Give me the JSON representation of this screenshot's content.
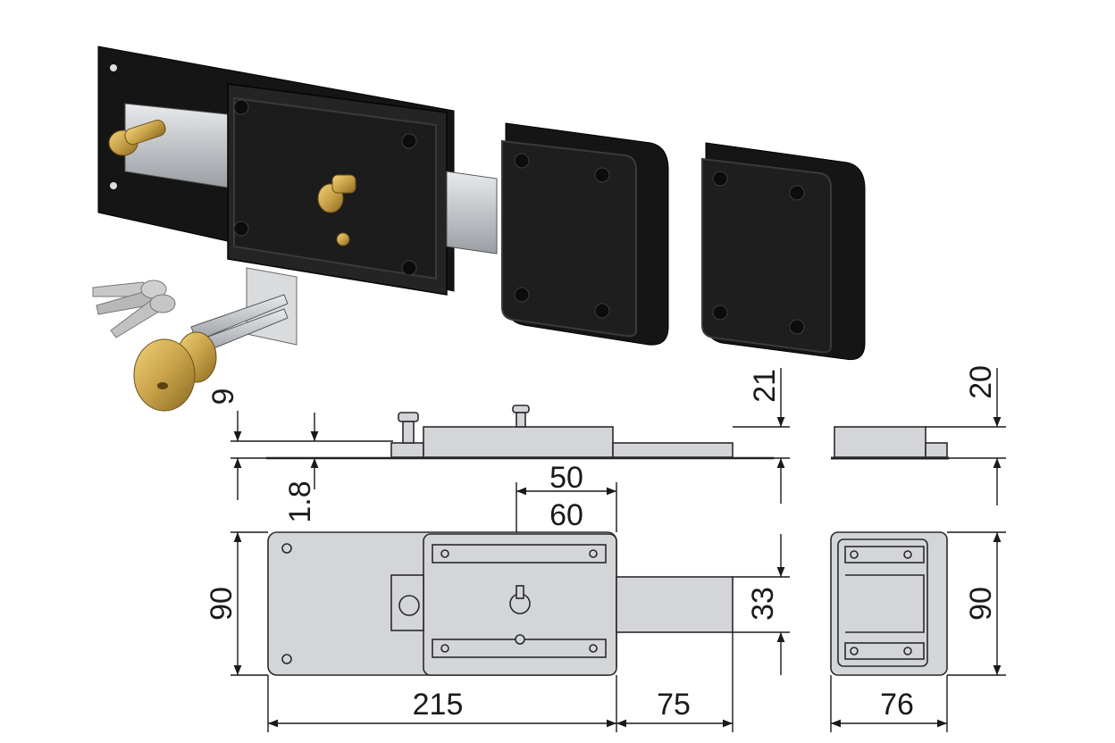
{
  "dimensions": {
    "d9": "9",
    "d1_8": "1.8",
    "d21": "21",
    "d20": "20",
    "d50": "50",
    "d60": "60",
    "d90_left": "90",
    "d33": "33",
    "d90_right": "90",
    "d215": "215",
    "d75": "75",
    "d76": "76"
  },
  "colors": {
    "lock_body": "#151515",
    "metal": "#d3d5d8",
    "brass": "#c9a24a",
    "line": "#1a1a1a"
  }
}
